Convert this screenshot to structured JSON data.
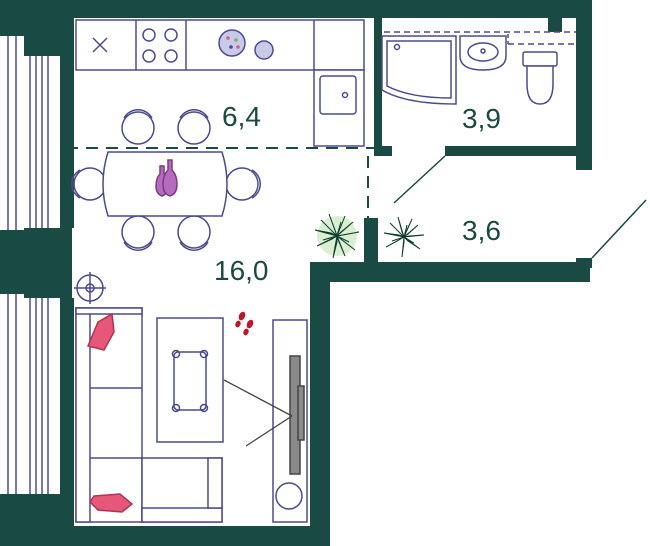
{
  "colors": {
    "wall": "#1a4a44",
    "furniture": "#4a4b8f",
    "accent_pink": "#e6577a",
    "accent_purple": "#b56bc0",
    "plant": "#2f7d3a",
    "plant_light": "#6cbf4c",
    "tv": "#8a8a8a",
    "label": "#1a4a44"
  },
  "rooms": [
    {
      "id": "kitchen",
      "area": "6,4"
    },
    {
      "id": "living",
      "area": "16,0"
    },
    {
      "id": "bathroom",
      "area": "3,9"
    },
    {
      "id": "hallway",
      "area": "3,6"
    }
  ]
}
